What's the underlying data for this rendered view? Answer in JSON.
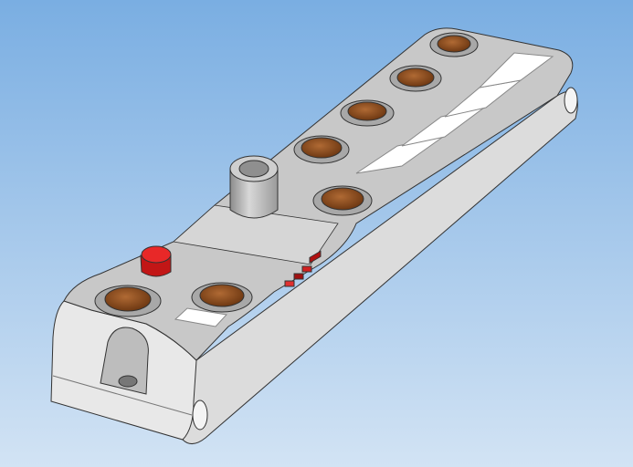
{
  "scene": {
    "description_colors": {
      "background_top": "#7aaee2",
      "background_bottom": "#d2e3f4",
      "housing": "#c9c9c9",
      "housing_light": "#e6e6e6",
      "housing_dark": "#9a9a9a",
      "connector": "#8a4a1c",
      "button": "#d81c1c",
      "label": "#ffffff"
    },
    "connector_count": 7,
    "label_count": 5,
    "led_count": 4
  }
}
